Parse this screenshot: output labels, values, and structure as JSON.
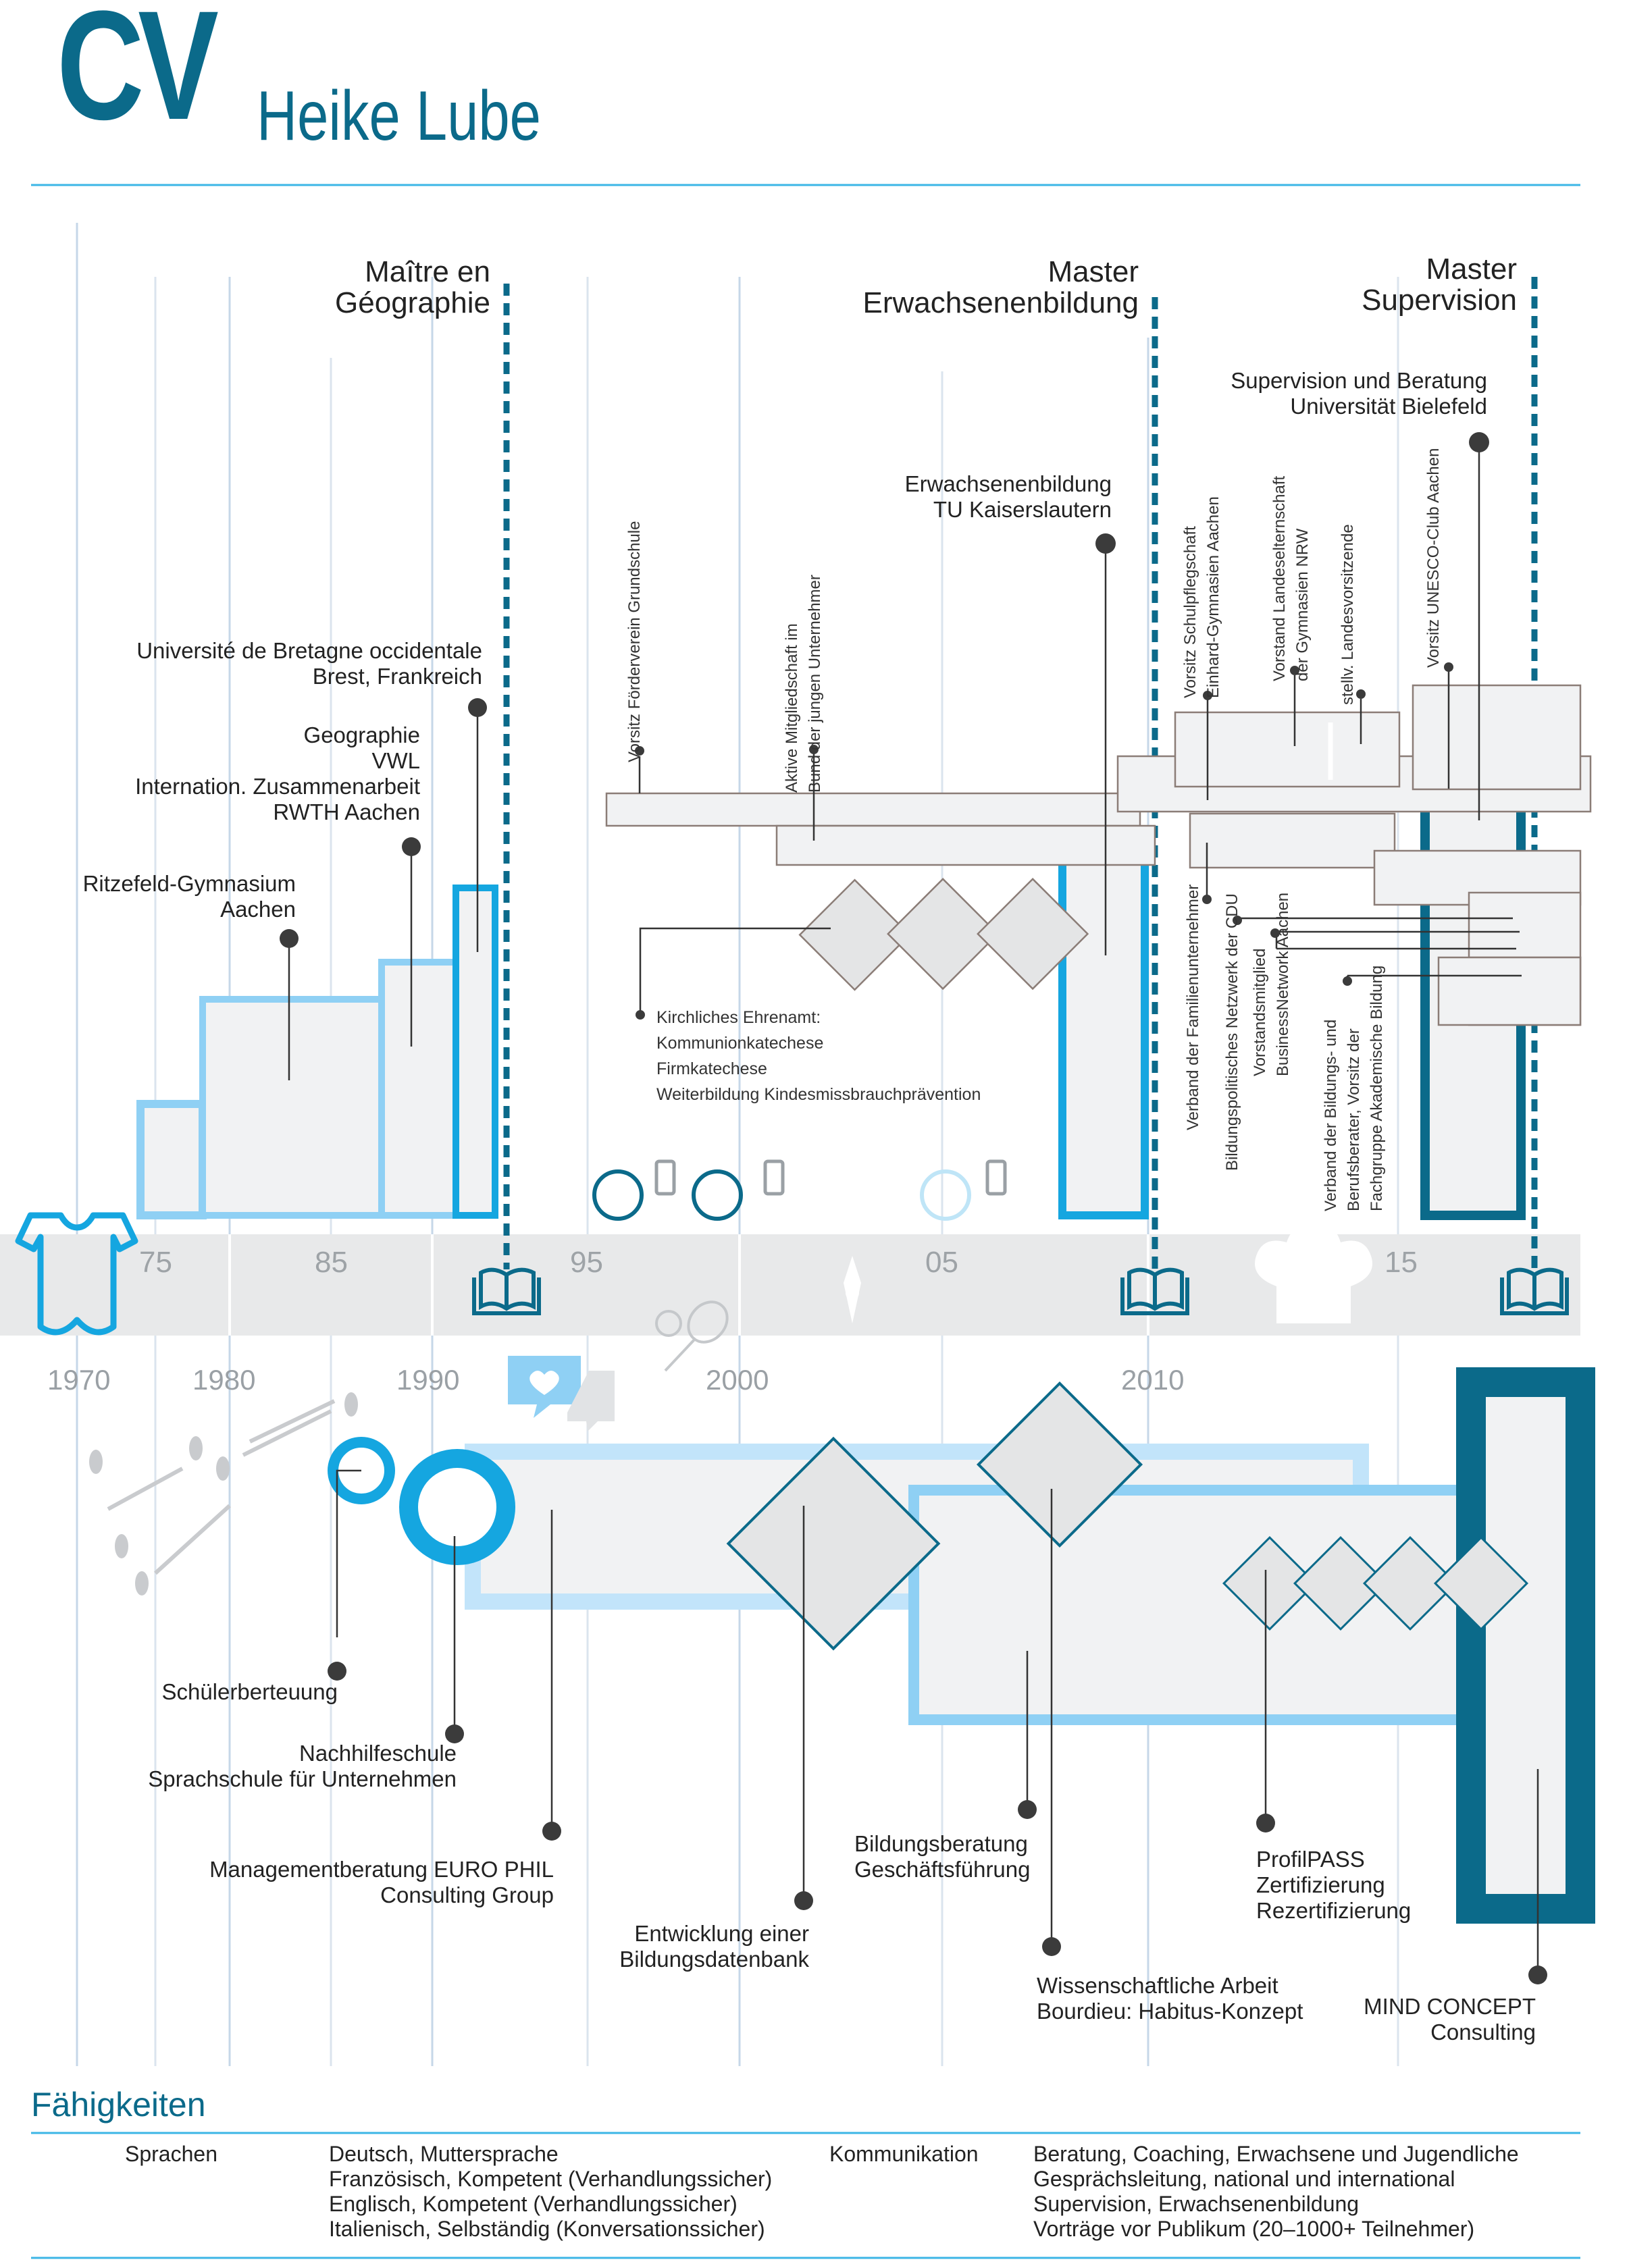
{
  "header": {
    "cv": "CV",
    "name": "Heike Lube"
  },
  "timeline": {
    "decades": [
      "1970",
      "1980",
      "1990",
      "2000",
      "2010"
    ],
    "half_decades": [
      "75",
      "85",
      "95",
      "05",
      "15"
    ]
  },
  "degrees": [
    {
      "line1": "Maître en",
      "line2": "Géographie"
    },
    {
      "line1": "Master",
      "line2": "Erwachsenenbildung"
    },
    {
      "line1": "Master",
      "line2": "Supervision"
    }
  ],
  "education": {
    "school": [
      "Ritzefeld-Gymnasium",
      "Aachen"
    ],
    "rwth": [
      "Geographie",
      "VWL",
      "Internation. Zusammenarbeit",
      "RWTH Aachen"
    ],
    "bretagne": [
      "Université de Bretagne occidentale",
      "Brest, Frankreich"
    ],
    "tu": [
      "Erwachsenenbildung",
      "TU Kaiserslautern"
    ],
    "bielefeld": [
      "Supervision und Beratung",
      "Universität Bielefeld"
    ]
  },
  "volunteer": {
    "up": [
      "Vorsitz Förderverein Grundschule",
      "Aktive Mitgliedschaft im",
      "Bund der jungen Unternehmer",
      "Vorsitz Schulpflegschaft",
      "Einhard-Gymnasien Aachen",
      "Vorstand Landeselternschaft",
      "der Gymnasien NRW",
      "stellv. Landesvorsitzende",
      "Vorsitz UNESCO-Club Aachen"
    ],
    "church": [
      "Kirchliches Ehrenamt:",
      "Kommunionkatechese",
      "Firmkatechese",
      "Weiterbildung Kindesmissbrauchprävention"
    ],
    "down": [
      "Verband der Familienunternehmer",
      "Bildungspolitisches Netzwerk der CDU",
      "Vorstandsmitglied",
      "BusinessNetwork Aachen",
      "Verband der Bildungs- und",
      "Berufsberater, Vorsitz der",
      "Fachgruppe Akademische Bildung"
    ]
  },
  "work": {
    "schueler": "Schülerberteuung",
    "nachhilfe": [
      "Nachhilfeschule",
      "Sprachschule für Unternehmen"
    ],
    "euro": [
      "Managementberatung EURO PHIL",
      "Consulting Group"
    ],
    "datenbank": [
      "Entwicklung einer",
      "Bildungsdatenbank"
    ],
    "beratung": [
      "Bildungsberatung",
      "Geschäftsführung"
    ],
    "wiss": [
      "Wissenschaftliche Arbeit",
      "Bourdieu: Habitus-Konzept"
    ],
    "profil": [
      "ProfilPASS",
      "Zertifizierung",
      "Rezertifizierung"
    ],
    "mind": [
      "MIND CONCEPT",
      "Consulting"
    ]
  },
  "skills": {
    "title": "Fähigkeiten",
    "sprachen_label": "Sprachen",
    "sprachen": [
      "Deutsch, Muttersprache",
      "Französisch, Kompetent (Verhandlungssicher)",
      "Englisch, Kompetent (Verhandlungssicher)",
      "Italienisch, Selbständig (Konversationssicher)"
    ],
    "komm_label": "Kommunikation",
    "komm": [
      "Beratung, Coaching, Erwachsene und Jugendliche",
      "Gesprächsleitung, national und international",
      "Supervision, Erwachsenenbildung",
      "Vorträge vor Publikum (20–1000+ Teilnehmer)"
    ]
  },
  "colors": {
    "dark_teal": "#0b6a8a",
    "blue": "#15a6e0",
    "light_blue": "#8fd0f4",
    "gray_fill": "#f1f2f3",
    "band": "#e8e9ea"
  }
}
